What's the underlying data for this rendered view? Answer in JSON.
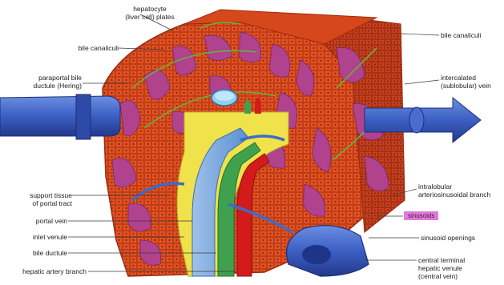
{
  "figure": {
    "labels": {
      "hepatocyte_plates": "hepatocyte\n(liver cell) plates",
      "bile_canaliculi_left": "bile canaliculi",
      "bile_canaliculi_right": "bile canaliculi",
      "paraportal_bile_ductule": "paraportal bile\nductule (Hering)",
      "intercalated_vein": "intercalated\n(sublobular) vein",
      "support_tissue": "support tissue\nof portal tract",
      "portal_vein": "portal vein",
      "inlet_venule": "inlet venule",
      "bile_ductule": "bile ductule",
      "hepatic_artery_branch": "hepatic artery branch",
      "intralobular_branch": "intralobular\narteriosinusoidal branch",
      "sinusoids": "sinusoids",
      "sinusoid_openings": "sinusoid openings",
      "central_terminal_venule": "central terminal\nhepatic venule\n(central vein)"
    },
    "colors": {
      "parenchyma": "#e2531f",
      "hepatocyte_cells": "#c83a1c",
      "sinusoid_magenta": "#b0428e",
      "portal_tract_yellow": "#efe24a",
      "portal_vein_blue": "#7da7d8",
      "bile_duct_green": "#3fa14d",
      "hepatic_artery_red": "#d41b1b",
      "central_vein_blue": "#2f4fb0",
      "canaliculi_green": "#67b23a",
      "sinusoids_tag": "#e07ad8"
    }
  }
}
